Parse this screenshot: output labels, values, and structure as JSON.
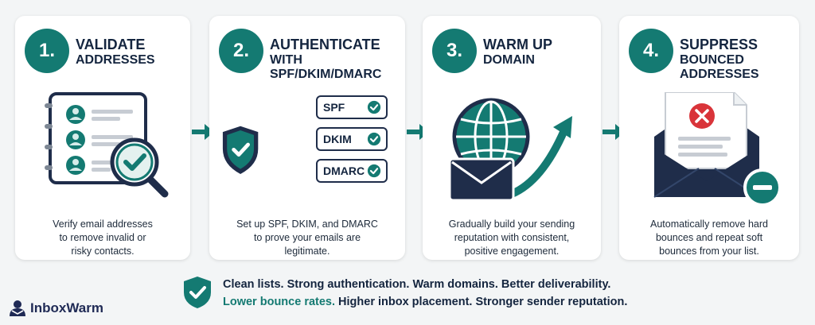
{
  "steps": [
    {
      "number": "1.",
      "title_line1": "VALIDATE",
      "title_line2": "ADDRESSES",
      "description": "Verify email addresses\nto remove invalid or\nrisky contacts."
    },
    {
      "number": "2.",
      "title_line1": "AUTHENTICATE",
      "title_line2": "WITH SPF/DKIM/DMARC",
      "description": "Set up SPF, DKIM, and DMARC\nto prove your emails are\nlegitimate."
    },
    {
      "number": "3.",
      "title_line1": "WARM UP",
      "title_line2": "DOMAIN",
      "description": "Gradually build your sending\nreputation with consistent,\npositive engagement."
    },
    {
      "number": "4.",
      "title_line1": "SUPPRESS",
      "title_line2": "BOUNCED ADDRESSES",
      "description": "Automatically remove hard\nbounces and repeat soft\nbounces from your list."
    }
  ],
  "auth_labels": [
    "SPF",
    "DKIM",
    "DMARC"
  ],
  "tagline": {
    "line1": "Clean lists. Strong authentication. Warm domains. Better deliverability.",
    "line2_highlight": "Lower bounce rates.",
    "line2_rest": " Higher inbox placement. Stronger sender reputation."
  },
  "logo_text": "InboxWarm",
  "colors": {
    "teal": "#147a72",
    "navy": "#1f2d4a",
    "background": "#f3f5f6",
    "error": "#d9343a"
  }
}
